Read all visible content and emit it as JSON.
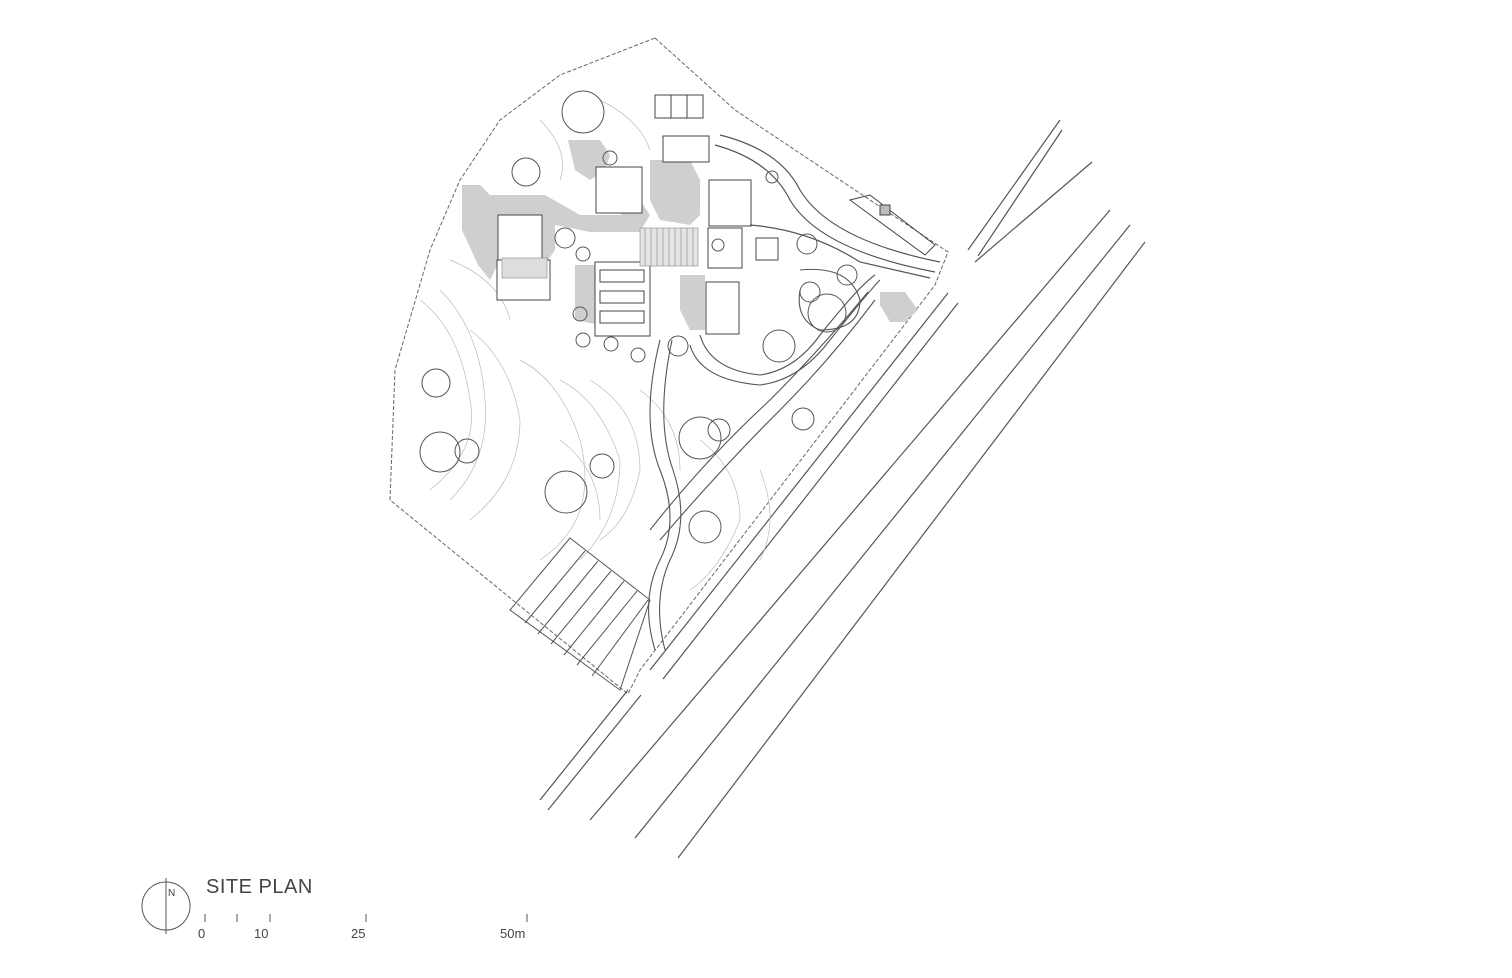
{
  "drawing": {
    "title": "SITE PLAN",
    "north_label": "N"
  },
  "scale_bar": {
    "ticks": [
      "0",
      "10",
      "25",
      "50m"
    ]
  }
}
